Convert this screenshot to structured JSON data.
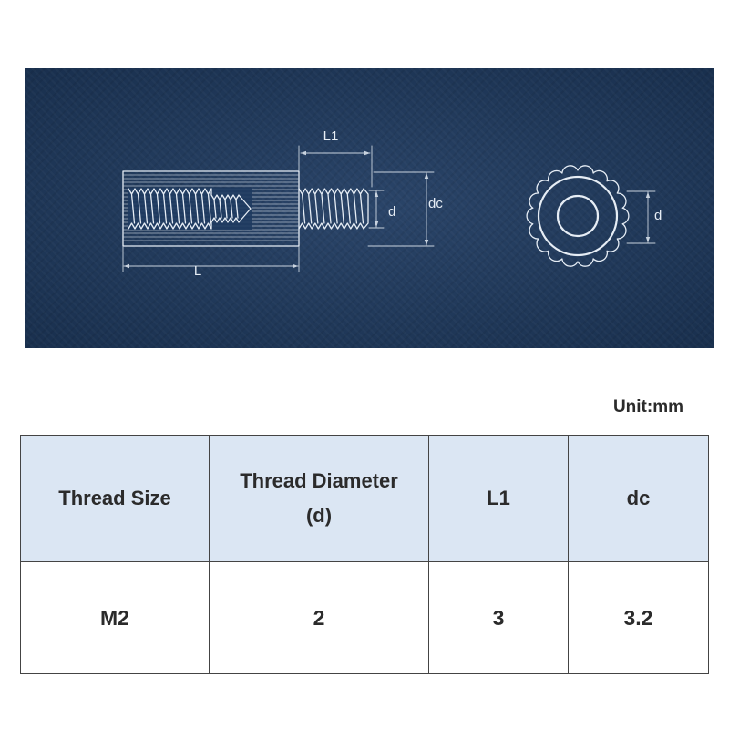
{
  "colors": {
    "panel_background": "#1f3b61",
    "drawing_lines": "#e6edf5",
    "table_header_background": "#dbe6f3",
    "table_border": "#444444",
    "text": "#2b2b2b"
  },
  "drawing": {
    "side_view": {
      "label_L1": "L1",
      "label_d": "d",
      "label_dc": "dc",
      "label_L": "L"
    },
    "end_view": {
      "label_d": "d"
    }
  },
  "unit_label": "Unit:mm",
  "table": {
    "headers": [
      [
        "Thread Size"
      ],
      [
        "Thread Diameter",
        "(d)"
      ],
      [
        "L1"
      ],
      [
        "dc"
      ]
    ],
    "rows": [
      [
        "M2",
        "2",
        "3",
        "3.2"
      ]
    ]
  }
}
